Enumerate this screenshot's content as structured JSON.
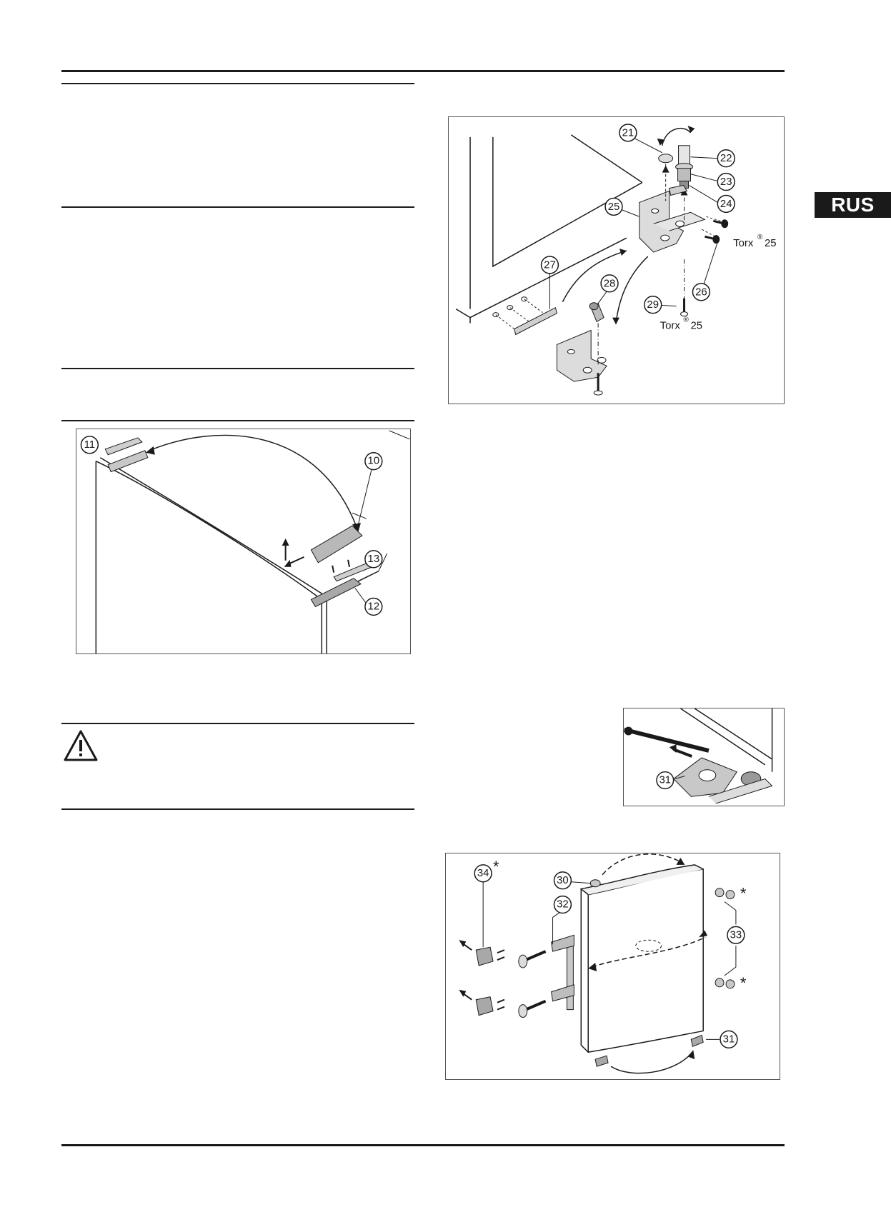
{
  "language_tab": "RUS",
  "fig_top_right": {
    "callouts": [
      "21",
      "22",
      "23",
      "24",
      "25",
      "26",
      "27",
      "28",
      "29"
    ],
    "torx_label_1": "Torx",
    "torx_sup_1": "®",
    "torx_size_1": "25",
    "torx_label_2": "Torx",
    "torx_sup_2": "®",
    "torx_size_2": "25"
  },
  "fig_left": {
    "callouts": [
      "11",
      "10",
      "13",
      "12"
    ]
  },
  "fig_small_right": {
    "callouts": [
      "31"
    ]
  },
  "fig_bottom_right": {
    "callouts": [
      "34",
      "30",
      "32",
      "33",
      "31"
    ],
    "asterisk": "*"
  },
  "warning_icon": "warning-triangle-icon"
}
